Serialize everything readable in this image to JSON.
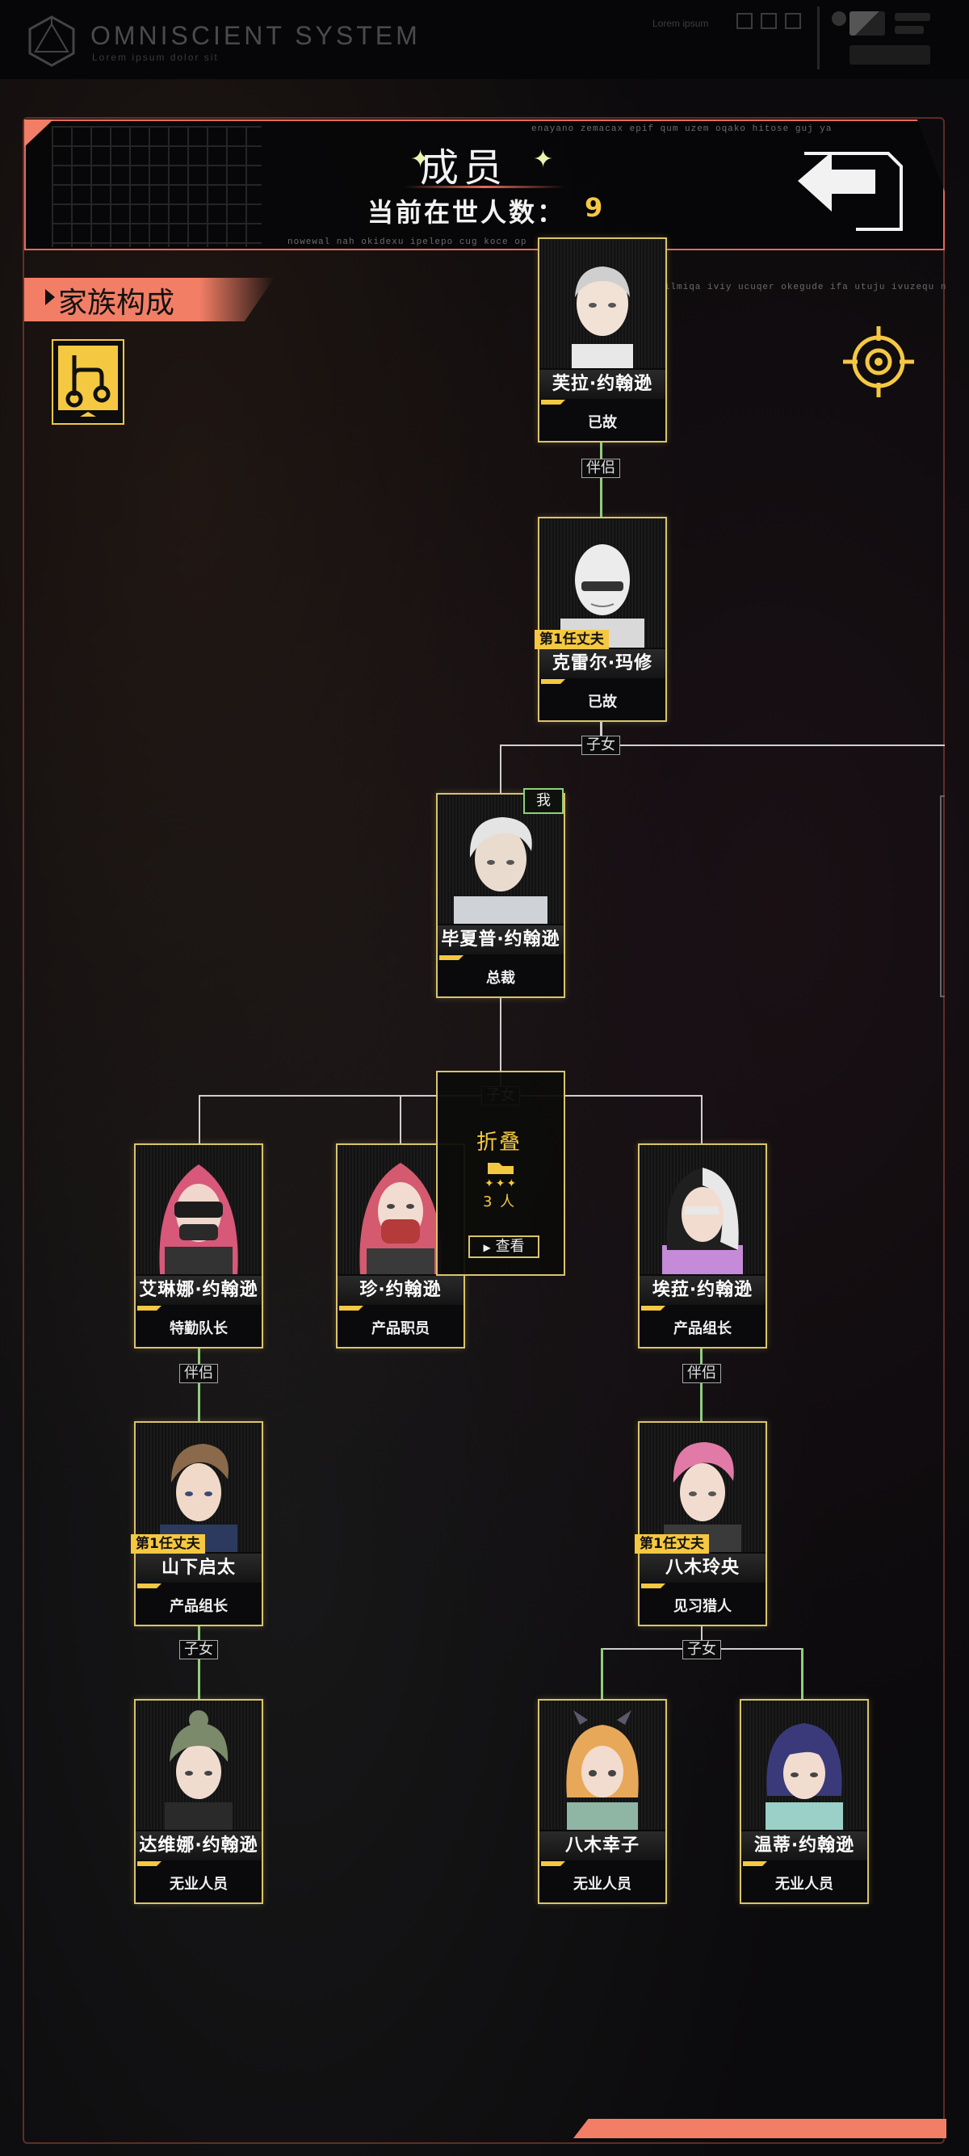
{
  "app": {
    "system_title": "OMNISCIENT SYSTEM",
    "system_subtitle": "Lorem ipsum dolor sit",
    "top_right_label": "Lorem ipsum"
  },
  "header": {
    "title": "成员",
    "count_label": "当前在世人数：",
    "count_value": "9",
    "deco_top": "enayano zemacax epif qum uzem oqako hitose guj ya",
    "deco_bottom": "nowewal nah okidexu ipelepo cug koce op",
    "deco_right": "ka ilmiqa iviy ucuqer okegude ifa utuju ivuzequ n"
  },
  "section": {
    "title": "家族构成"
  },
  "relations": {
    "partner": "伴侣",
    "children": "子女"
  },
  "me_tag": "我",
  "members": {
    "fula": {
      "name": "芙拉·约翰逊",
      "role": "已故"
    },
    "keleier": {
      "name": "克雷尔·玛修",
      "role": "已故",
      "badge": "第1任丈夫"
    },
    "bixiapu": {
      "name": "毕夏普·约翰逊",
      "role": "总裁"
    },
    "ailinna": {
      "name": "艾琳娜·约翰逊",
      "role": "特勤队长"
    },
    "zhen": {
      "name": "珍·约翰逊",
      "role": "产品职员"
    },
    "aila": {
      "name": "埃菈·约翰逊",
      "role": "产品组长"
    },
    "shanxia": {
      "name": "山下启太",
      "role": "产品组长",
      "badge": "第1任丈夫"
    },
    "bamu": {
      "name": "八木玲央",
      "role": "见习猎人",
      "badge": "第1任丈夫"
    },
    "daweina": {
      "name": "达维娜·约翰逊",
      "role": "无业人员"
    },
    "bamuxing": {
      "name": "八木幸子",
      "role": "无业人员"
    },
    "wendi": {
      "name": "温蒂·约翰逊",
      "role": "无业人员"
    }
  },
  "fold": {
    "title": "折叠",
    "count": "3 人",
    "view_label": "查看"
  },
  "colors": {
    "accent_coral": "#f27e66",
    "card_border": "#d9c46a",
    "badge_yellow": "#f5c842",
    "partner_line": "#8fcf7c"
  }
}
